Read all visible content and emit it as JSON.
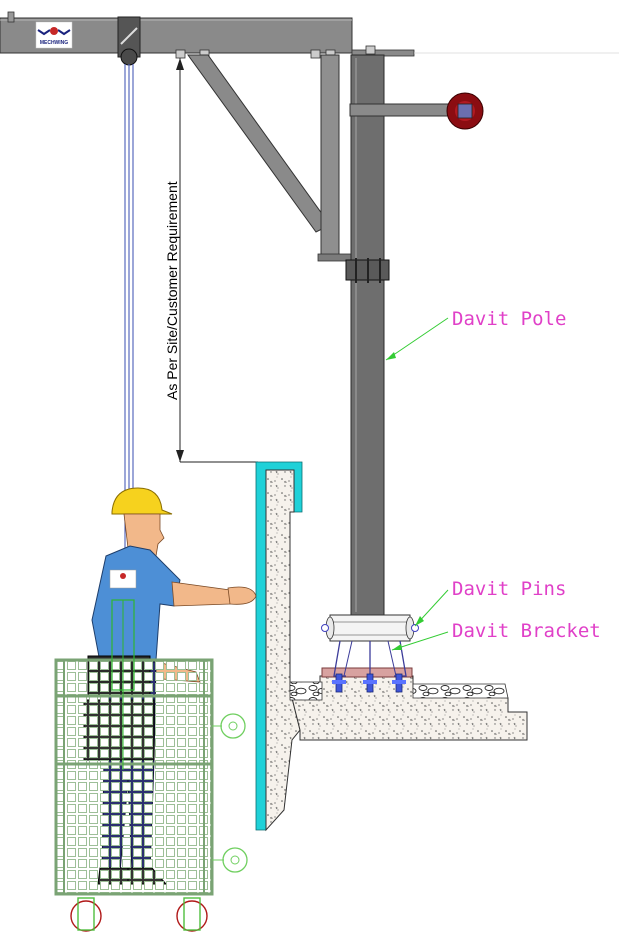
{
  "labels": {
    "davit_pole": "Davit Pole",
    "davit_pins": "Davit Pins",
    "davit_bracket": "Davit Bracket",
    "dimension": "As Per Site/Customer Requirement"
  },
  "logo": {
    "text": "MECHWING"
  },
  "colors": {
    "steel": "#6e6e6e",
    "steel_light": "#8a8a8a",
    "label_magenta": "#e040c8",
    "leader_green": "#33cc33",
    "parapet_cyan": "#1fd1d8",
    "concrete": "#f2ede6",
    "platform_green": "#8fb58a",
    "helmet_yellow": "#f6d21e",
    "shirt_blue": "#4d8fd6",
    "pants_navy": "#2b2f70",
    "wheel_red": "#b01818"
  }
}
